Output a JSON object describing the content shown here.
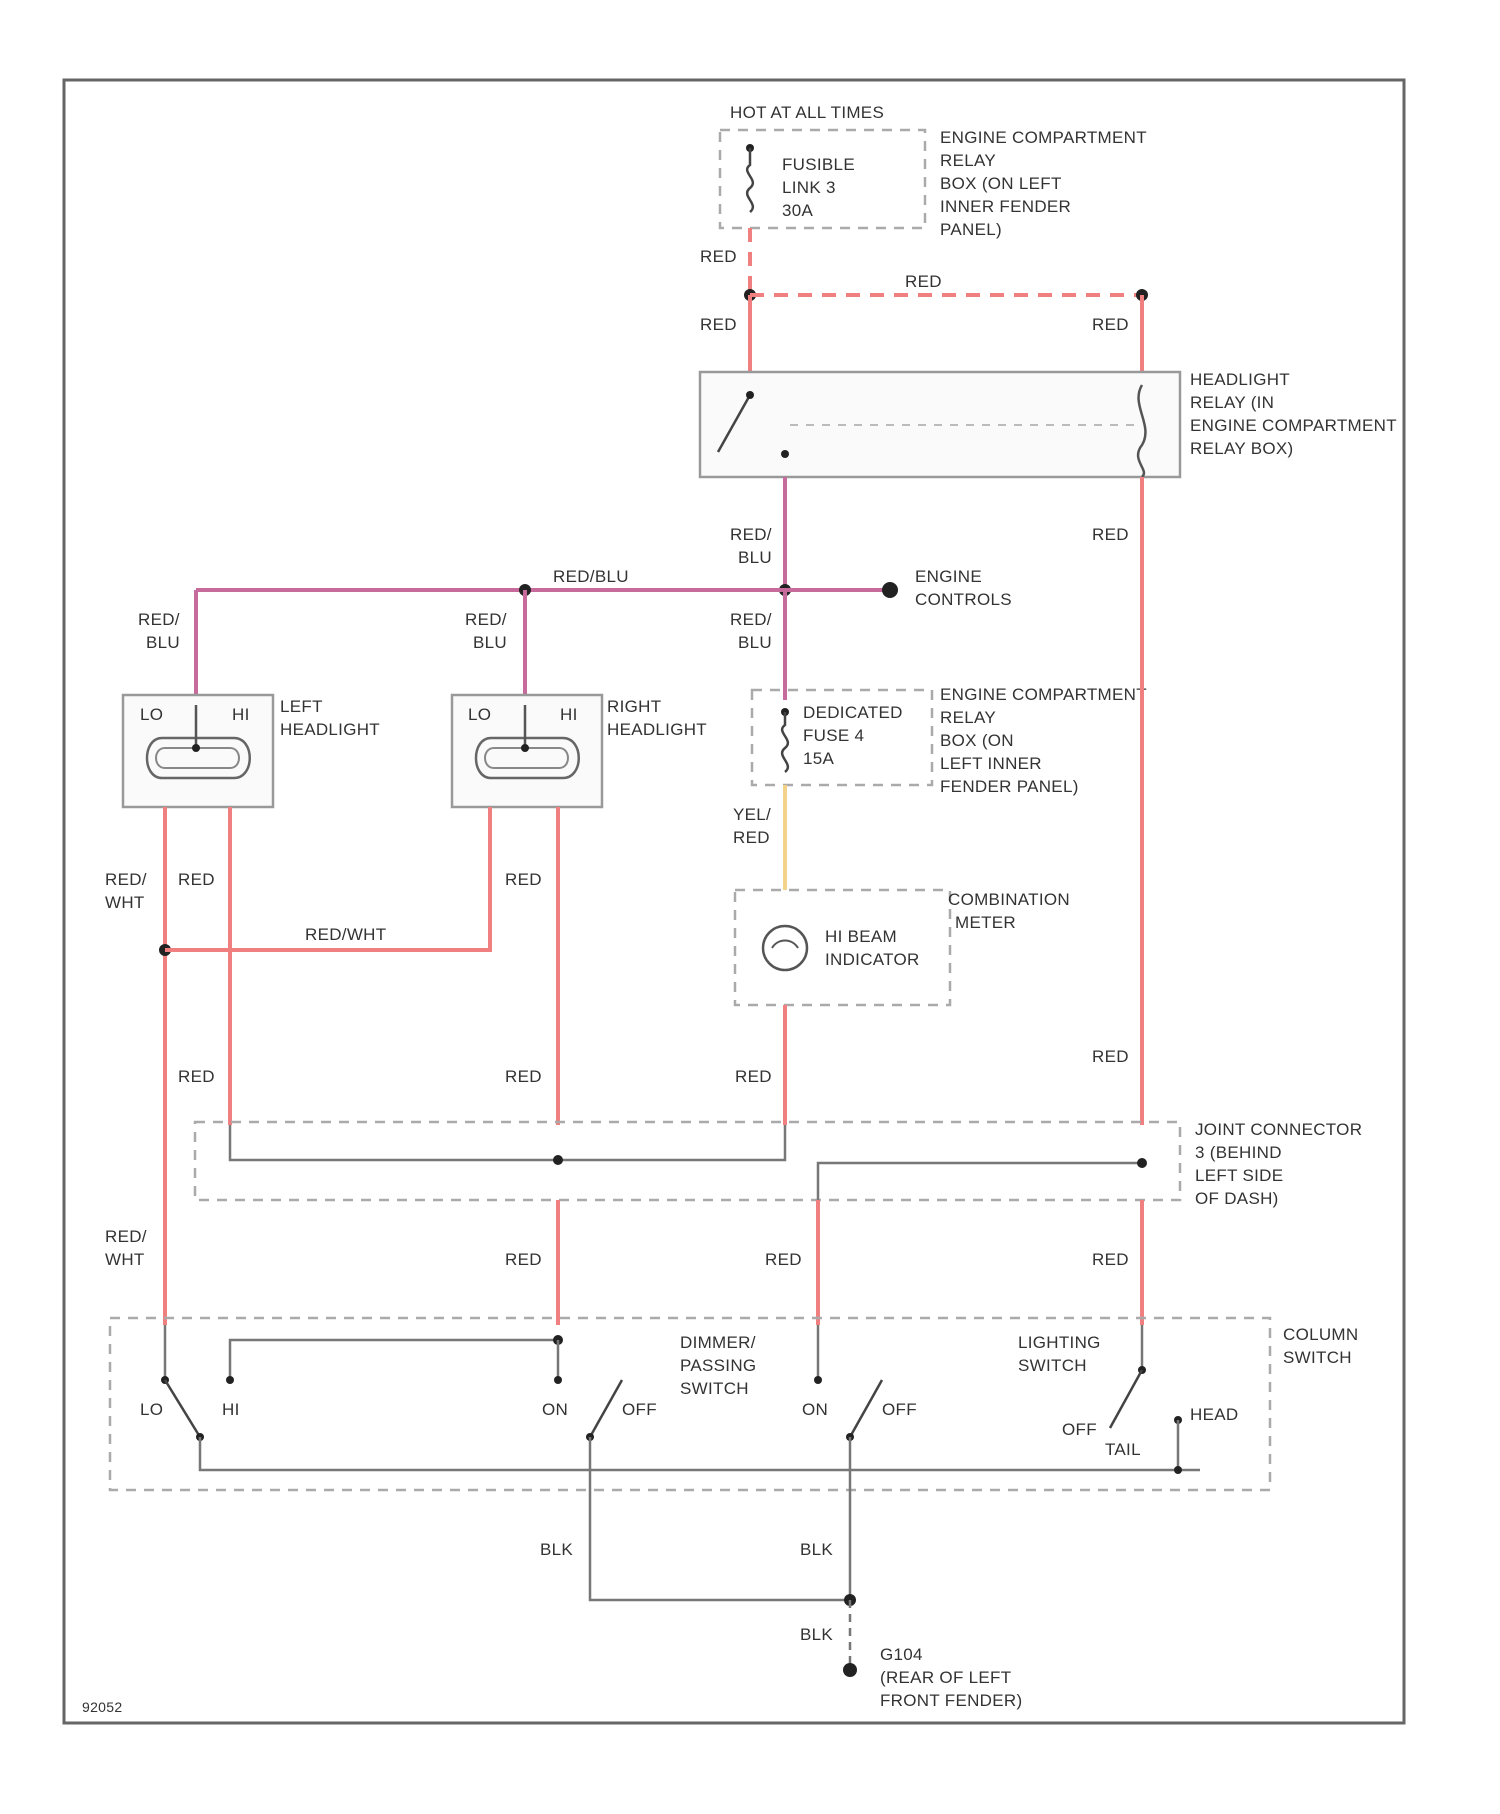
{
  "labels": {
    "hot_at_all_times": "HOT AT ALL TIMES",
    "fusible_link": [
      "FUSIBLE",
      "LINK 3",
      "30A"
    ],
    "eng_comp_relay_box_1": [
      "ENGINE COMPARTMENT",
      "RELAY",
      "BOX (ON LEFT",
      "INNER FENDER",
      "PANEL)"
    ],
    "headlight_relay": [
      "HEADLIGHT",
      "RELAY (IN",
      "ENGINE COMPARTMENT",
      "RELAY BOX)"
    ],
    "engine_controls": [
      "ENGINE",
      "CONTROLS"
    ],
    "dedicated_fuse": [
      "DEDICATED",
      "FUSE 4",
      "15A"
    ],
    "eng_comp_relay_box_2": [
      "ENGINE COMPARTMENT",
      "RELAY",
      "BOX (ON",
      "LEFT INNER",
      "FENDER PANEL)"
    ],
    "left_headlight": [
      "LEFT",
      "HEADLIGHT"
    ],
    "right_headlight": [
      "RIGHT",
      "HEADLIGHT"
    ],
    "combination_meter": [
      "COMBINATION",
      "METER"
    ],
    "hi_beam_indicator": [
      "HI BEAM",
      "INDICATOR"
    ],
    "joint_connector": [
      "JOINT CONNECTOR",
      "3 (BEHIND",
      "LEFT SIDE",
      "OF DASH)"
    ],
    "column_switch": [
      "COLUMN",
      "SWITCH"
    ],
    "dimmer_passing_switch": [
      "DIMMER/",
      "PASSING",
      "SWITCH"
    ],
    "lighting_switch": [
      "LIGHTING",
      "SWITCH"
    ],
    "ground": [
      "G104",
      "(REAR OF LEFT",
      "FRONT FENDER)"
    ],
    "diagram_id": "92052"
  },
  "wire_colors": {
    "red": "RED",
    "red_blu": [
      "RED/",
      "BLU"
    ],
    "red_blu_inline": "RED/BLU",
    "red_wht": [
      "RED/",
      "WHT"
    ],
    "red_wht_inline": "RED/WHT",
    "yel_red": [
      "YEL/",
      "RED"
    ],
    "blk": "BLK"
  },
  "switch_positions": {
    "lo": "LO",
    "hi": "HI",
    "on": "ON",
    "off": "OFF",
    "tail": "TAIL",
    "head": "HEAD"
  },
  "colors": {
    "red_wire": "#f08080",
    "red_blu_wire": "#c76a9c",
    "yel_red_wire": "#f3d28a",
    "gray_wire": "#777777"
  }
}
